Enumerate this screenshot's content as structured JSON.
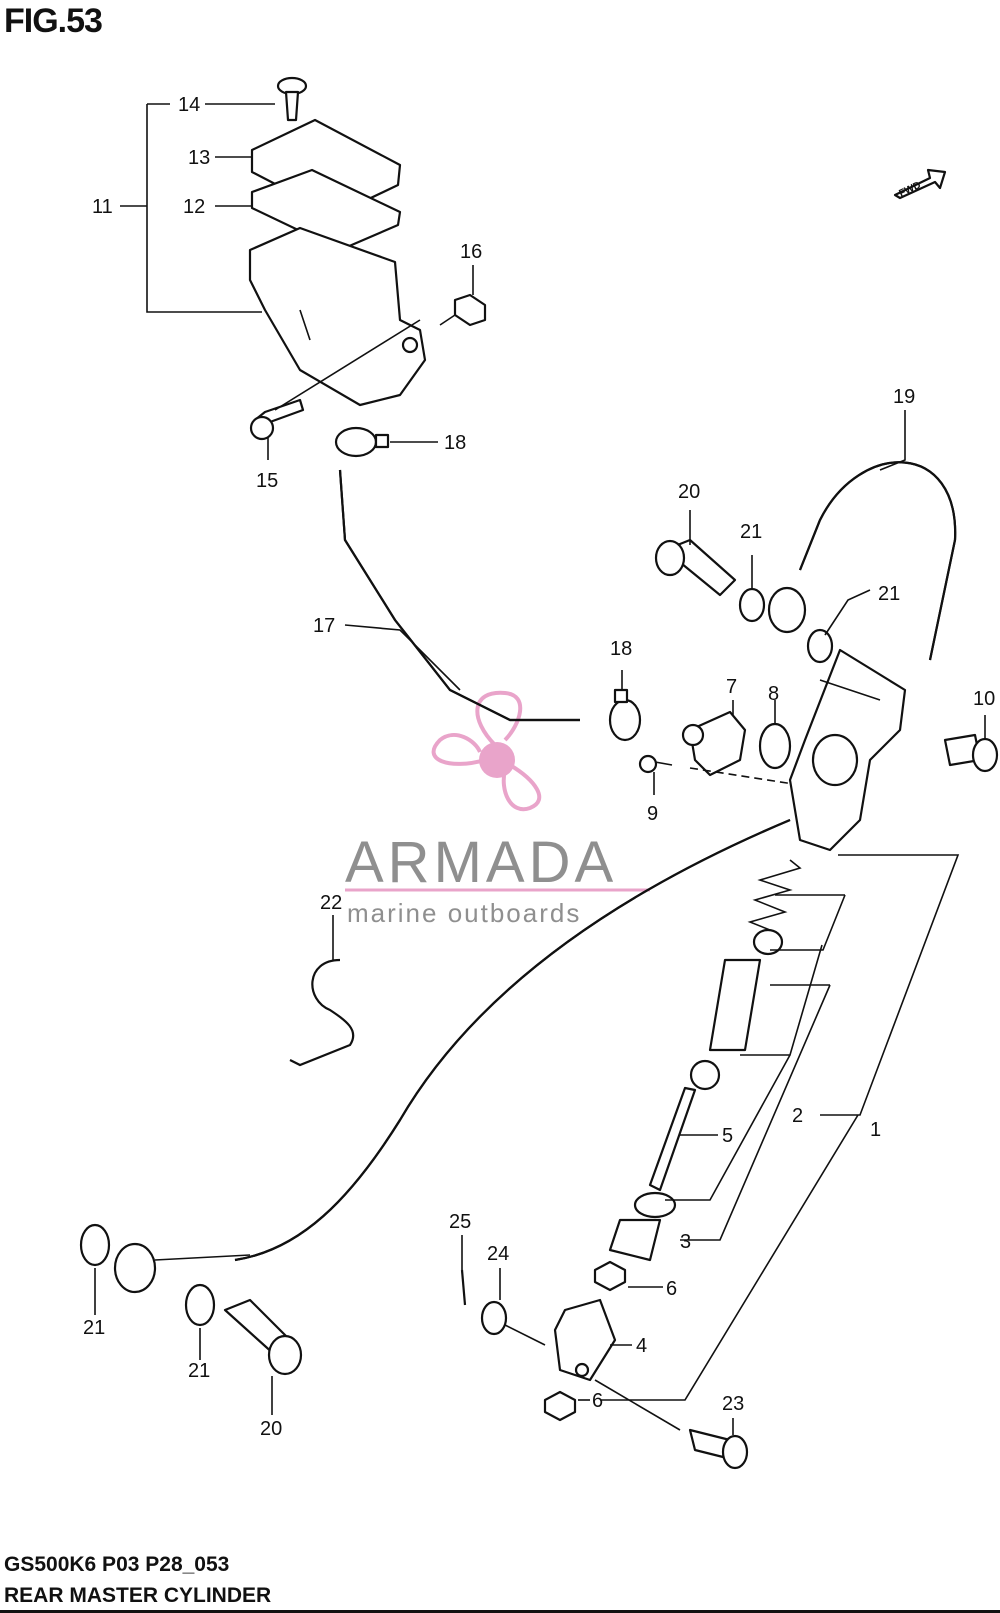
{
  "figure": {
    "title": "FIG.53"
  },
  "footer": {
    "model_code": "GS500K6 P03 P28_053",
    "part_name": "REAR MASTER CYLINDER"
  },
  "fwd_label": "FWD",
  "watermark": {
    "brand": "ARMADA",
    "tagline": "marine outboards",
    "color": "#e8a0c8"
  },
  "callouts": [
    "14",
    "13",
    "11",
    "12",
    "16",
    "15",
    "18",
    "19",
    "20",
    "21",
    "21",
    "17",
    "18",
    "7",
    "8",
    "10",
    "9",
    "22",
    "2",
    "5",
    "1",
    "3",
    "25",
    "24",
    "6",
    "4",
    "6",
    "21",
    "21",
    "20",
    "23"
  ]
}
